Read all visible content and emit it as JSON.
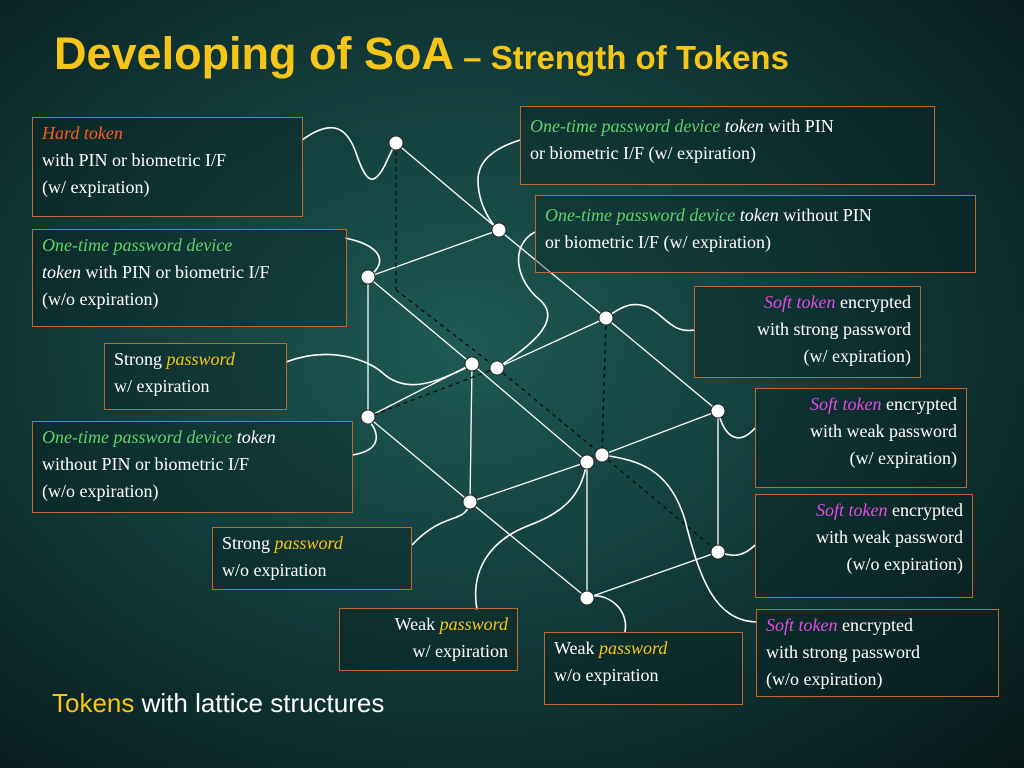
{
  "title": {
    "main": "Developing of SoA",
    "sub": " – Strength of Tokens"
  },
  "subtitle": {
    "highlight": "Tokens",
    "rest": " with lattice structures"
  },
  "colors": {
    "title": "#f5c518",
    "hard_token": "#ff5a1e",
    "otp_device": "#5fd36a",
    "password": "#f5c518",
    "soft_token": "#e34ce3",
    "box_border": "#c06a2a"
  },
  "labels": {
    "hard_token": {
      "p1": "Hard token",
      "l2": "with PIN or biometric I/F",
      "l3": "(w/ expiration)"
    },
    "otp_pin_noexp": {
      "p1": "One-time password device",
      "p2": "token",
      "p3": " with PIN or biometric I/F",
      "l3": "(w/o expiration)"
    },
    "strong_pw_exp": {
      "p1": "Strong ",
      "p2": "password",
      "l2": "w/ expiration"
    },
    "otp_nopin_noexp": {
      "p1": "One-time password device",
      "p2": " token",
      "l2": "without PIN or biometric I/F",
      "l3": "(w/o expiration)"
    },
    "strong_pw_noexp": {
      "p1": "Strong ",
      "p2": "password",
      "l2": "w/o expiration"
    },
    "weak_pw_exp": {
      "p1": "Weak ",
      "p2": "password",
      "l2": "w/ expiration"
    },
    "weak_pw_noexp": {
      "p1": "Weak ",
      "p2": "password",
      "l2": "w/o expiration"
    },
    "otp_pin_exp": {
      "p1": "One-time password device",
      "p2": " token",
      "p3": " with PIN",
      "l2": "or biometric I/F (w/ expiration)"
    },
    "otp_nopin_exp": {
      "p1": "One-time password device",
      "p2": " token",
      "p3": " without PIN",
      "l2": "or biometric I/F (w/ expiration)"
    },
    "soft_strong_exp": {
      "p1": "Soft token",
      "p2": " encrypted",
      "l2": "with strong password",
      "l3": "(w/ expiration)"
    },
    "soft_weak_exp": {
      "p1": "Soft token",
      "p2": " encrypted",
      "l2": "with weak password",
      "l3": "(w/ expiration)"
    },
    "soft_weak_noexp": {
      "p1": "Soft token",
      "p2": " encrypted",
      "l2": "with weak password",
      "l3": "(w/o expiration)"
    },
    "soft_strong_noexp": {
      "p1": "Soft token",
      "p2": " encrypted",
      "l2": "with strong password",
      "l3": "(w/o expiration)"
    }
  }
}
